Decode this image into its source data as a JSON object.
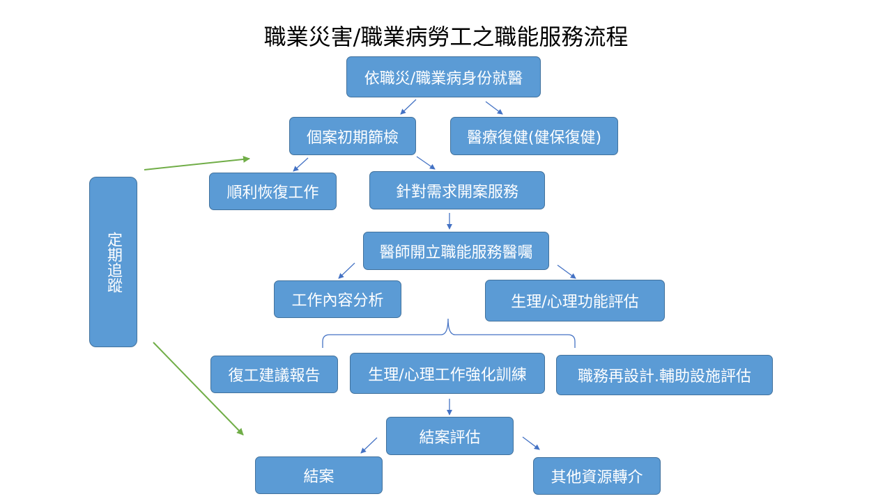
{
  "title": "職業災害/職業病勞工之職能服務流程",
  "colors": {
    "node_fill": "#5b9bd5",
    "node_border": "#41719c",
    "arrow_blue": "#4472c4",
    "arrow_green": "#70ad47"
  },
  "nodes": {
    "start": "依職災/職業病身份就醫",
    "screening": "個案初期篩檢",
    "medical_rehab": "醫療復健(健保復健)",
    "return_work": "順利恢復工作",
    "open_case": "針對需求開案服務",
    "doctor_order": "醫師開立職能服務醫囑",
    "job_analysis": "工作內容分析",
    "function_eval": "生理/心理功能評估",
    "return_report": "復工建議報告",
    "work_hardening": "生理/心理工作強化訓練",
    "job_redesign": "職務再設計.輔助設施評估",
    "closing_eval": "結案評估",
    "closed": "結案",
    "referral": "其他資源轉介"
  },
  "side": {
    "follow_up": "定期追蹤"
  }
}
